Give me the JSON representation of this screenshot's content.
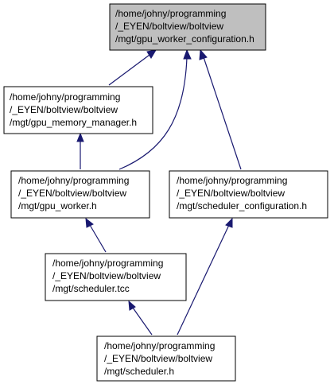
{
  "nodes": {
    "gpu_worker_configuration": {
      "lines": [
        "/home/johny/programming",
        "/_EYEN/boltview/boltview",
        "/mgt/gpu_worker_configuration.h"
      ],
      "fill": "#bfbfbf"
    },
    "gpu_memory_manager": {
      "lines": [
        "/home/johny/programming",
        "/_EYEN/boltview/boltview",
        "/mgt/gpu_memory_manager.h"
      ],
      "fill": "#ffffff"
    },
    "gpu_worker": {
      "lines": [
        "/home/johny/programming",
        "/_EYEN/boltview/boltview",
        "/mgt/gpu_worker.h"
      ],
      "fill": "#ffffff"
    },
    "scheduler_configuration": {
      "lines": [
        "/home/johny/programming",
        "/_EYEN/boltview/boltview",
        "/mgt/scheduler_configuration.h"
      ],
      "fill": "#ffffff"
    },
    "scheduler_tcc": {
      "lines": [
        "/home/johny/programming",
        "/_EYEN/boltview/boltview",
        "/mgt/scheduler.tcc"
      ],
      "fill": "#ffffff"
    },
    "scheduler_h": {
      "lines": [
        "/home/johny/programming",
        "/_EYEN/boltview/boltview",
        "/mgt/scheduler.h"
      ],
      "fill": "#ffffff"
    }
  },
  "edges": [
    {
      "from": "gpu_memory_manager",
      "to": "gpu_worker_configuration"
    },
    {
      "from": "gpu_worker",
      "to": "gpu_worker_configuration"
    },
    {
      "from": "scheduler_configuration",
      "to": "gpu_worker_configuration"
    },
    {
      "from": "gpu_worker",
      "to": "gpu_memory_manager"
    },
    {
      "from": "scheduler_tcc",
      "to": "gpu_worker"
    },
    {
      "from": "scheduler_h",
      "to": "scheduler_configuration"
    },
    {
      "from": "scheduler_h",
      "to": "scheduler_tcc"
    }
  ],
  "colors": {
    "edge": "#191970",
    "border": "#000000"
  }
}
